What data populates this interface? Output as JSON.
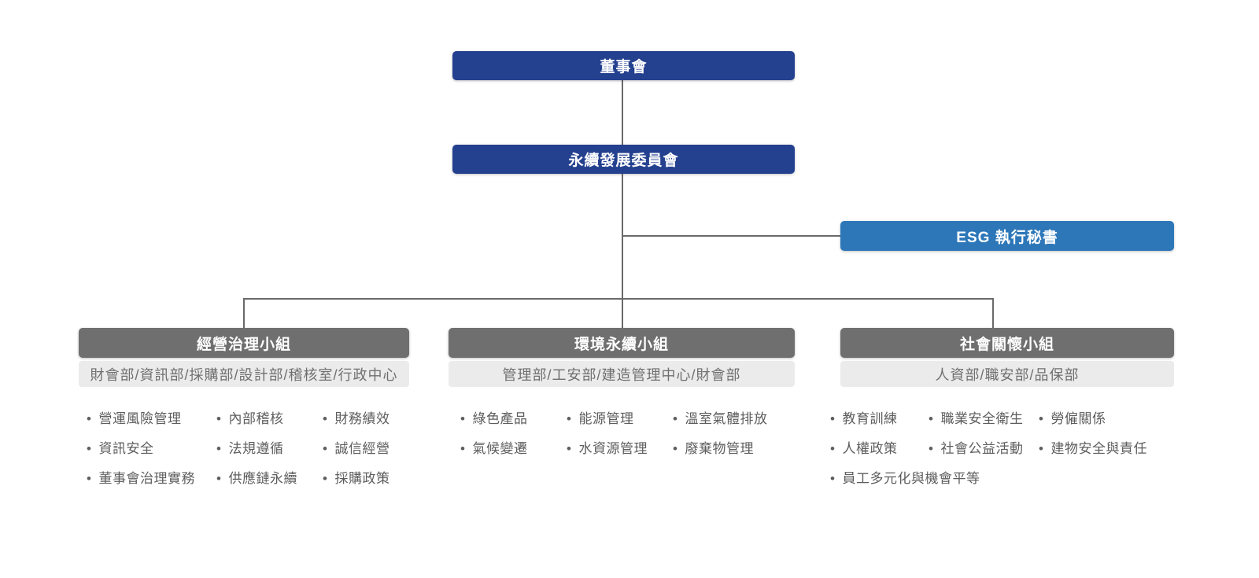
{
  "colors": {
    "primary_blue": "#24418F",
    "secondary_blue": "#2D77B9",
    "group_header_gray": "#6F6F6F",
    "department_band_gray": "#EBEBEB",
    "connector_line_gray": "#6A6A6A",
    "body_text_gray": "#5D5D5D"
  },
  "diagram": {
    "board": {
      "label": "董事會"
    },
    "committee": {
      "label": "永續發展委員會"
    },
    "esg_secretary": {
      "label": "ESG 執行秘書"
    },
    "groups": [
      {
        "title": "經營治理小組",
        "departments": "財會部/資訊部/採購部/設計部/稽核室/行政中心",
        "columns": [
          [
            "營運風險管理",
            "資訊安全",
            "董事會治理實務"
          ],
          [
            "內部稽核",
            "法規遵循",
            "供應鏈永續"
          ],
          [
            "財務績效",
            "誠信經營",
            "採購政策"
          ]
        ]
      },
      {
        "title": "環境永續小組",
        "departments": "管理部/工安部/建造管理中心/財會部",
        "columns": [
          [
            "綠色產品",
            "氣候變遷"
          ],
          [
            "能源管理",
            "水資源管理"
          ],
          [
            "溫室氣體排放",
            "廢棄物管理"
          ]
        ]
      },
      {
        "title": "社會關懷小組",
        "departments": "人資部/職安部/品保部",
        "columns": [
          [
            "教育訓練",
            "人權政策",
            "員工多元化與機會平等"
          ],
          [
            "職業安全衛生",
            "社會公益活動"
          ],
          [
            "勞僱關係",
            "建物安全與責任"
          ]
        ]
      }
    ]
  }
}
